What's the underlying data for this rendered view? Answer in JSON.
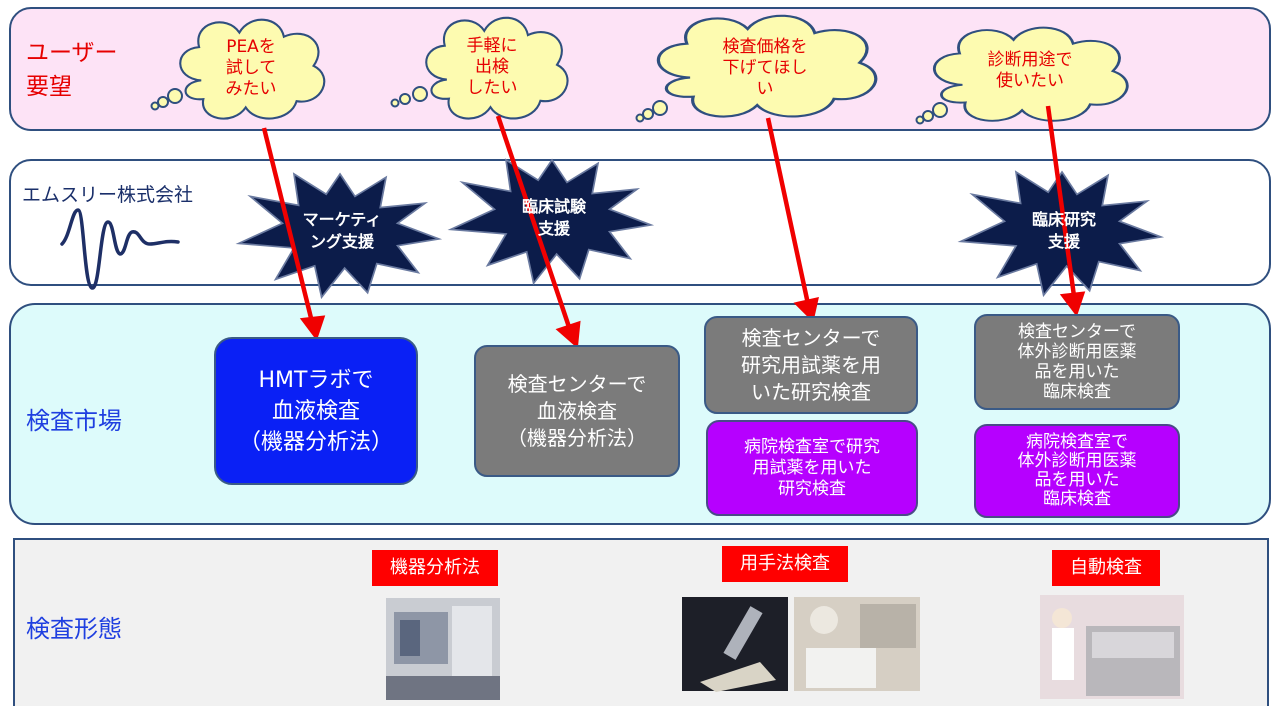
{
  "rows": {
    "user": "ユーザー\n要望",
    "company": "エムスリー株式会社",
    "market": "検査市場",
    "form": "検査形態"
  },
  "user_wishes": [
    "PEAを\n試して\nみたい",
    "手軽に\n出検\nしたい",
    "検査価格を\n下げてほし\nい",
    "診断用途で\n使いたい"
  ],
  "support_bursts": [
    "マーケティ\nング支援",
    "臨床試験\n支援",
    "臨床研究\n支援"
  ],
  "market_boxes": {
    "hmt_lab": "HMTラボで\n血液検査\n（機器分析法）",
    "center_blood": "検査センターで\n血液検査\n（機器分析法）",
    "center_research": "検査センターで\n研究用試薬を用\nいた研究検査",
    "center_clinical": "検査センターで\n体外診断用医薬\n品を用いた\n臨床検査",
    "hospital_research": "病院検査室で研究\n用試薬を用いた\n研究検査",
    "hospital_clinical": "病院検査室で\n体外診断用医薬\n品を用いた\n臨床検査"
  },
  "test_methods": [
    "機器分析法",
    "用手法検査",
    "自動検査"
  ],
  "colors": {
    "user_band": "#fde3f6",
    "market_band": "#ddfbfb",
    "form_band": "#f1f1f1",
    "border": "#2f4f7f",
    "cloud": "#fdfbb0",
    "burst": "#0c1c4a",
    "arrow": "#f00000",
    "box_blue": "#0a20f5",
    "box_gray": "#7b7b7b",
    "box_purple": "#b600ff",
    "tag_red": "#ff0000"
  }
}
